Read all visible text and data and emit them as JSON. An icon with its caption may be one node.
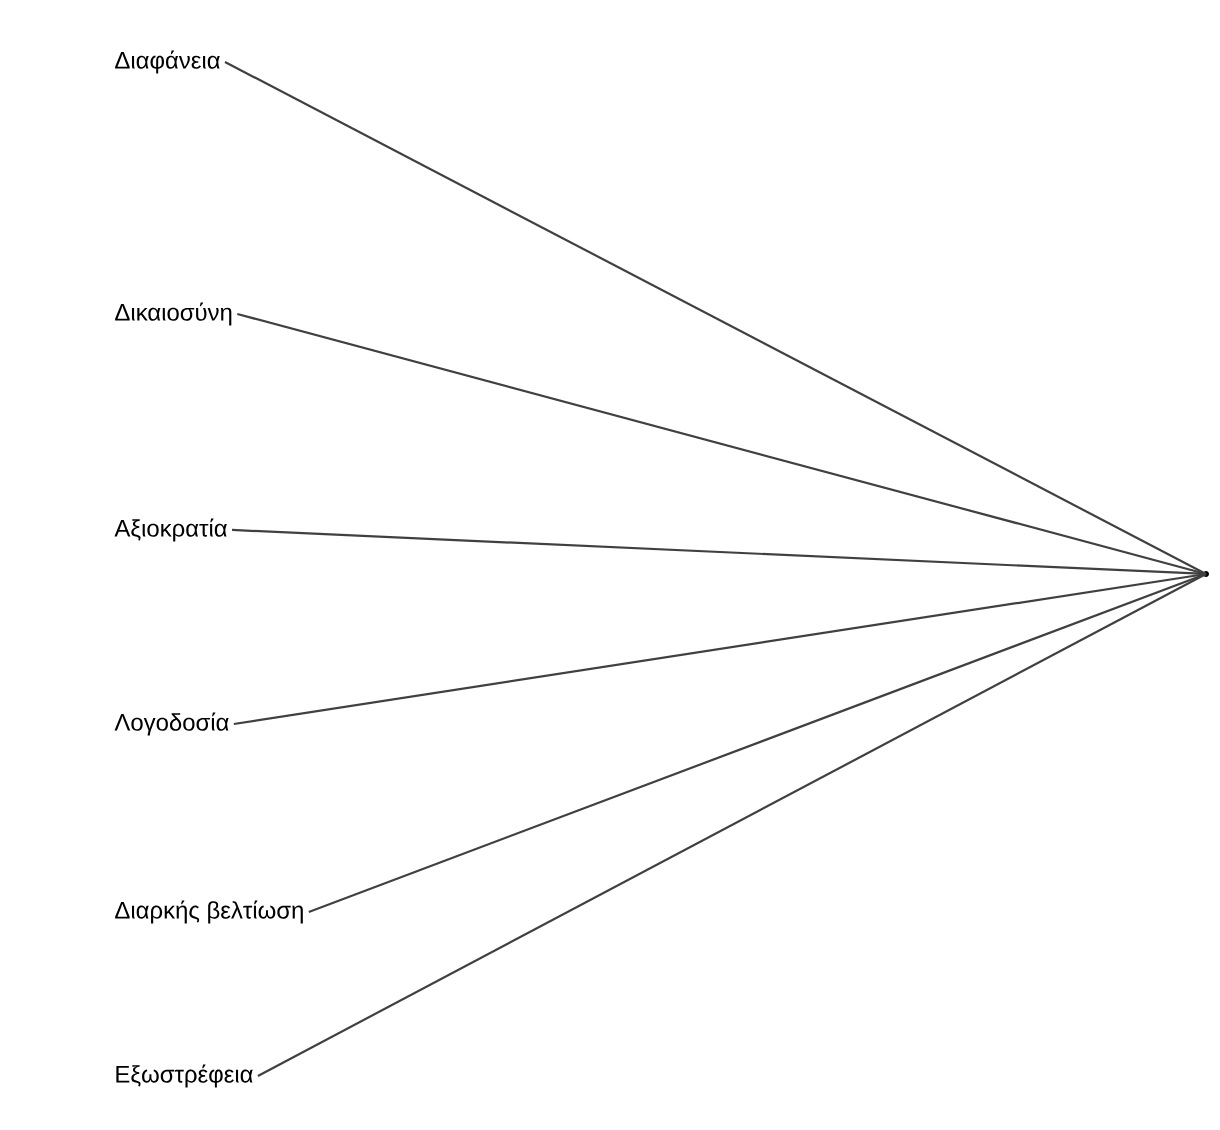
{
  "diagram": {
    "nodes": [
      {
        "text": [
          "Διαφάνεια"
        ]
      },
      {
        "text": [
          "Δικαιοσύνη"
        ]
      },
      {
        "text": [
          "Αξιοκρατία"
        ]
      },
      {
        "text": [
          "Λογοδοσία"
        ]
      },
      {
        "text": [
          "Διαρκής βελτίωση"
        ]
      },
      {
        "text": [
          "Εξωστρέφεια"
        ]
      },
      {
        "text": [],
        "shape": "circle"
      }
    ],
    "edges": [
      {
        "from": 0,
        "to": 6,
        "arrow": "none"
      },
      {
        "from": 1,
        "to": 6,
        "arrow": "none"
      },
      {
        "from": 2,
        "to": 6,
        "arrow": "none"
      },
      {
        "from": 3,
        "to": 6,
        "arrow": "none"
      },
      {
        "from": 4,
        "to": 6,
        "arrow": "none"
      },
      {
        "from": 5,
        "to": 6,
        "arrow": "none"
      }
    ]
  }
}
